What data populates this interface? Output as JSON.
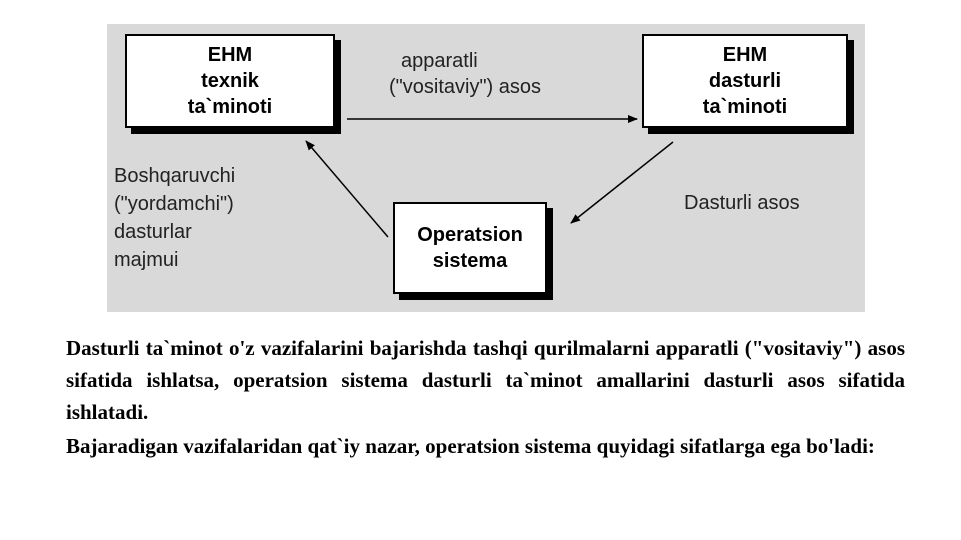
{
  "diagram": {
    "box_hardware": {
      "line1": "EHM",
      "line2": "texnik",
      "line3": "ta`minoti"
    },
    "box_software": {
      "line1": "EHM",
      "line2": "dasturli",
      "line3": "ta`minoti"
    },
    "box_os": {
      "line1": "Operatsion",
      "line2": "sistema"
    },
    "label_hardware_basis": {
      "line1": "apparatli",
      "line2": "(\"vositaviy\") asos"
    },
    "label_control": {
      "line1": "Boshqaruvchi",
      "line2": "(\"yordamchi\")",
      "line3": "dasturlar",
      "line4": "majmui"
    },
    "label_software_basis": "Dasturli asos"
  },
  "text": {
    "paragraph1": "Dasturli ta`minot o'z vazifalarini bajarishda tashqi qurilmalarni apparatli (\"vositaviy\") asos sifatida ishlatsa, operatsion sistema dasturli ta`minot amallarini dasturli asos sifatida ishlatadi.",
    "paragraph2": "Bajaradigan vazifalaridan qat`iy nazar, operatsion sistema quyidagi sifatlarga ega bo'ladi:"
  }
}
